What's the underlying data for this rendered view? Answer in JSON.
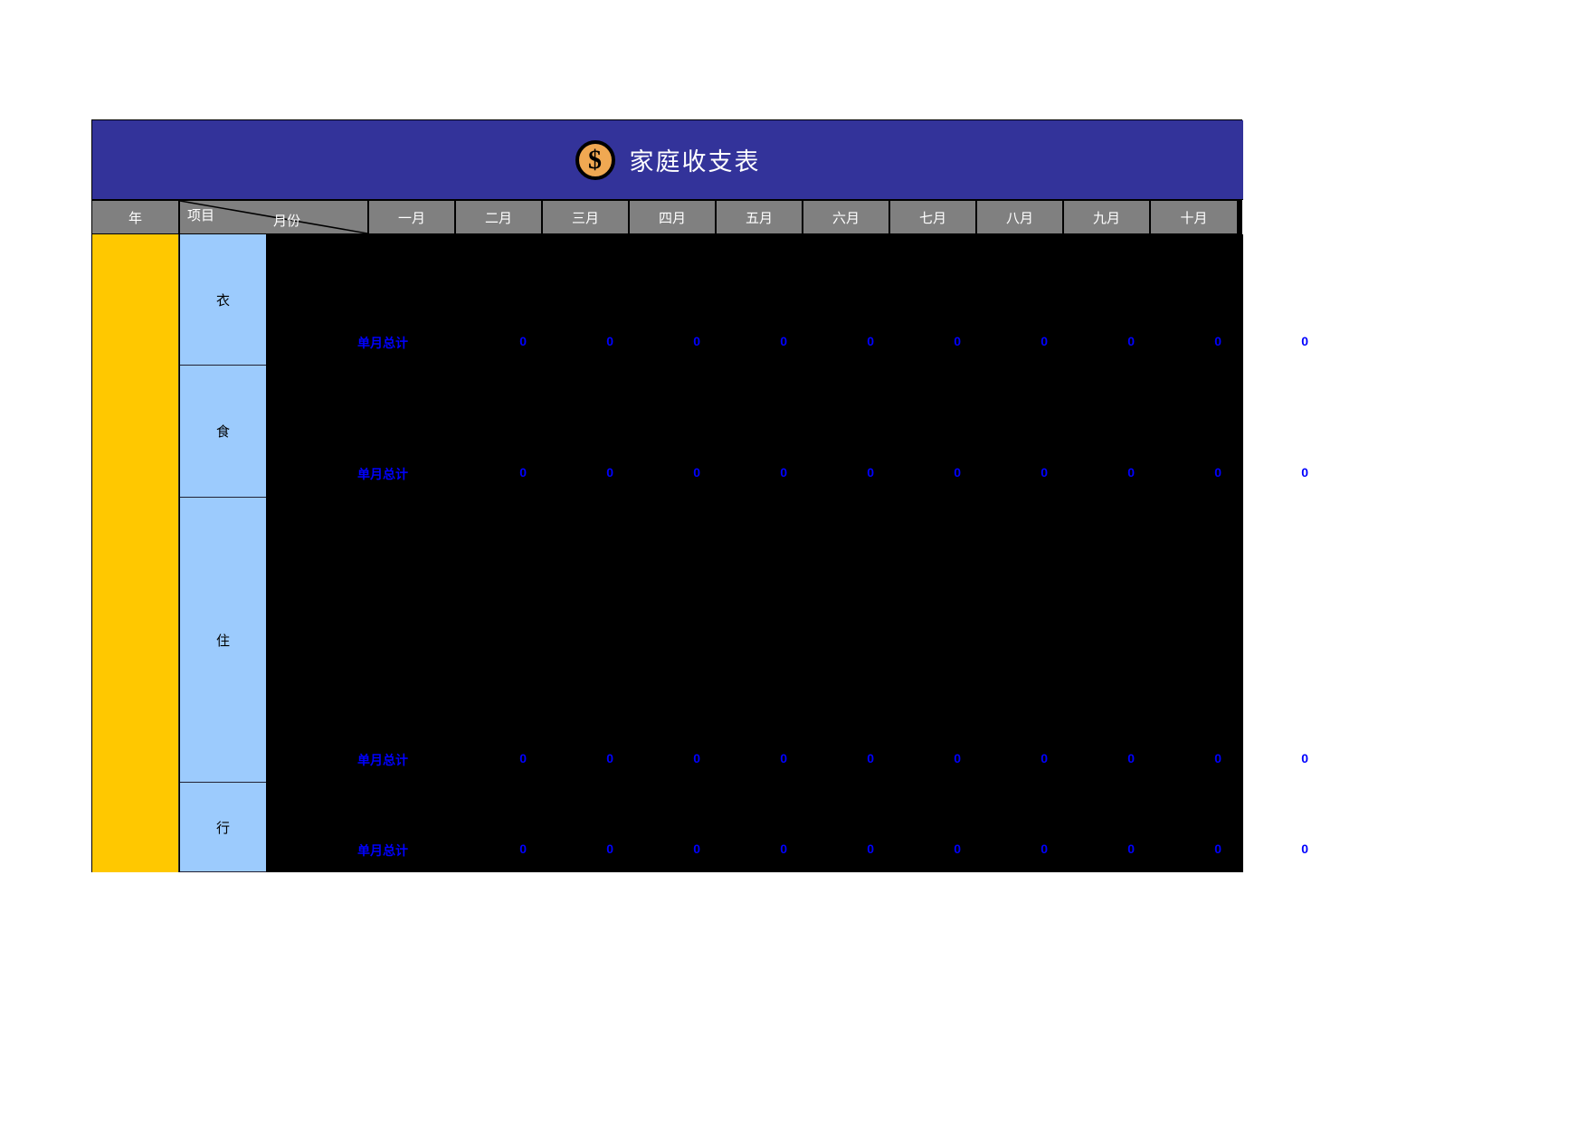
{
  "document": {
    "title": "家庭收支表",
    "icon": "dollar-coin-icon",
    "title_bar_color": "#33339A",
    "coin_color": "#F0A852",
    "header_color": "#808080",
    "year_column_color": "#FFC800",
    "item_column_color": "#9CCBFD",
    "data_area_color": "#000000",
    "total_text_color": "#0000FF"
  },
  "header": {
    "year_label": "年",
    "item_label": "项目",
    "month_label": "月份",
    "months": [
      "一月",
      "二月",
      "三月",
      "四月",
      "五月",
      "六月",
      "七月",
      "八月",
      "九月",
      "十月"
    ]
  },
  "categories": [
    {
      "name": "衣",
      "total_label": "单月总计",
      "totals": [
        0,
        0,
        0,
        0,
        0,
        0,
        0,
        0,
        0,
        0
      ]
    },
    {
      "name": "食",
      "total_label": "单月总计",
      "totals": [
        0,
        0,
        0,
        0,
        0,
        0,
        0,
        0,
        0,
        0
      ]
    },
    {
      "name": "住",
      "total_label": "单月总计",
      "totals": [
        0,
        0,
        0,
        0,
        0,
        0,
        0,
        0,
        0,
        0
      ]
    },
    {
      "name": "行",
      "total_label": "单月总计",
      "totals": [
        0,
        0,
        0,
        0,
        0,
        0,
        0,
        0,
        0,
        0
      ]
    }
  ],
  "year_value": ""
}
